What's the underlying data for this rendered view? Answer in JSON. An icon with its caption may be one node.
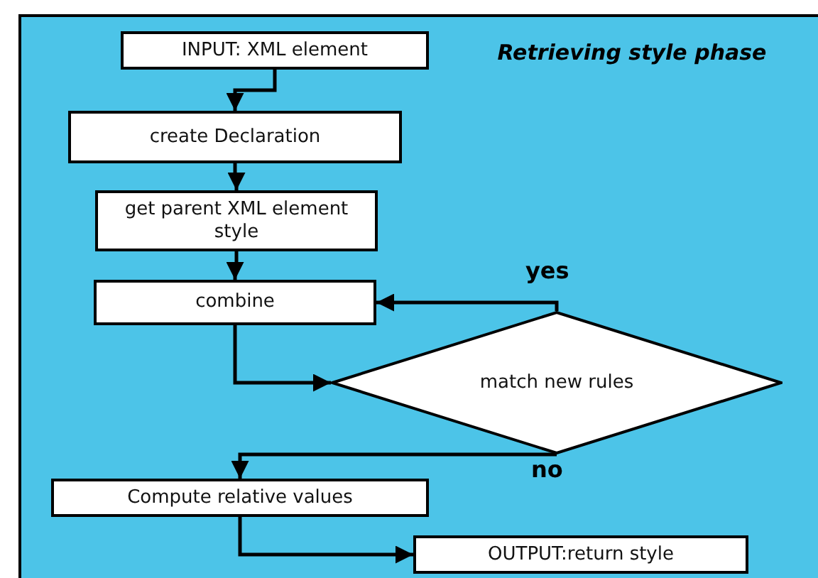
{
  "diagram": {
    "title": "Retrieving style phase",
    "nodes": [
      {
        "text": [
          "INPUT: XML element"
        ]
      },
      {
        "text": [
          "create Declaration"
        ]
      },
      {
        "text": [
          "get parent XML element style"
        ]
      },
      {
        "text": [
          "combine"
        ]
      },
      {
        "text": [
          "match new rules"
        ]
      },
      {
        "text": [
          "Compute relative values"
        ]
      },
      {
        "text": [
          "OUTPUT:return style"
        ]
      }
    ],
    "edges": [
      {
        "from": 0,
        "to": 1,
        "arrow": "to"
      },
      {
        "from": 1,
        "to": 2,
        "arrow": "to"
      },
      {
        "from": 2,
        "to": 3,
        "arrow": "to"
      },
      {
        "from": 3,
        "to": 4,
        "arrow": "to"
      },
      {
        "from": 4,
        "to": 3,
        "arrow": "to",
        "label": "yes"
      },
      {
        "from": 4,
        "to": 5,
        "arrow": "to",
        "label": "no"
      },
      {
        "from": 5,
        "to": 6,
        "arrow": "to"
      }
    ]
  }
}
